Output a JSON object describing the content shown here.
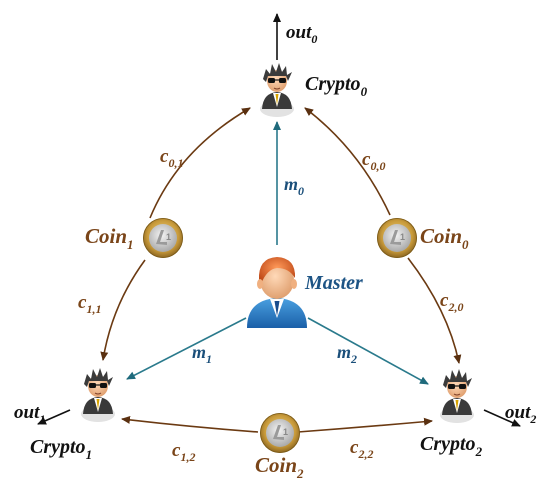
{
  "colors": {
    "coin_edge": "#7a4519",
    "master_edge": "#2a7a8c",
    "output_edge": "#111111",
    "label_brown": "#7a4519",
    "label_blue": "#1b4f7a",
    "label_black": "#111111"
  },
  "icons": {
    "crypto": "hacker-avatar-icon",
    "master": "businessman-avatar-icon",
    "coin": "euro-coin-icon"
  },
  "nodes": {
    "crypto0": {
      "base": "Crypto",
      "sub": "0"
    },
    "crypto1": {
      "base": "Crypto",
      "sub": "1"
    },
    "crypto2": {
      "base": "Crypto",
      "sub": "2"
    },
    "master": {
      "label": "Master"
    },
    "coin0": {
      "base": "Coin",
      "sub": "0"
    },
    "coin1": {
      "base": "Coin",
      "sub": "1"
    },
    "coin2": {
      "base": "Coin",
      "sub": "2"
    }
  },
  "outputs": {
    "out0": {
      "base": "out",
      "sub": "0"
    },
    "out1": {
      "base": "out",
      "sub": "1"
    },
    "out2": {
      "base": "out",
      "sub": "2"
    }
  },
  "edges": {
    "c00": {
      "base": "c",
      "sub": "0,0"
    },
    "c01": {
      "base": "c",
      "sub": "0,1"
    },
    "c11": {
      "base": "c",
      "sub": "1,1"
    },
    "c12": {
      "base": "c",
      "sub": "1,2"
    },
    "c20": {
      "base": "c",
      "sub": "2,0"
    },
    "c22": {
      "base": "c",
      "sub": "2,2"
    },
    "m0": {
      "base": "m",
      "sub": "0"
    },
    "m1": {
      "base": "m",
      "sub": "1"
    },
    "m2": {
      "base": "m",
      "sub": "2"
    }
  }
}
